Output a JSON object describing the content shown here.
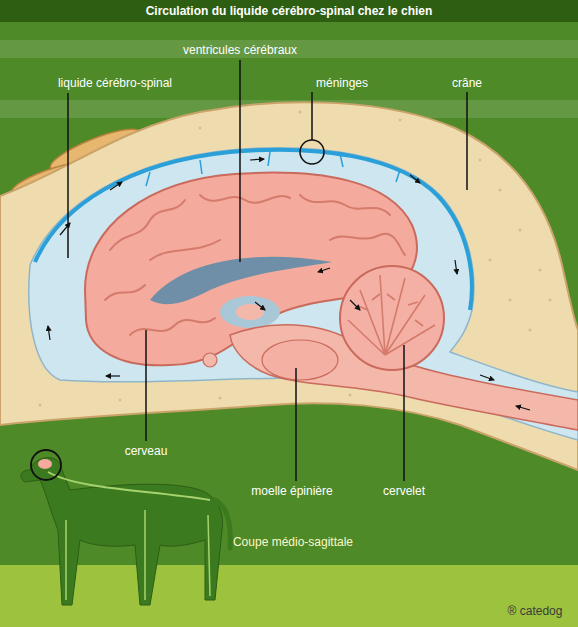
{
  "diagram": {
    "title": "Circulation du liquide cérébro-spinal chez le chien",
    "caption": "Coupe médio-sagittale",
    "labels": [
      "liquide cérébro-spinal",
      "ventricules cérébraux",
      "méninges",
      "crâne",
      "cerveau",
      "moelle épinière",
      "cervelet",
      "® catedog"
    ]
  }
}
